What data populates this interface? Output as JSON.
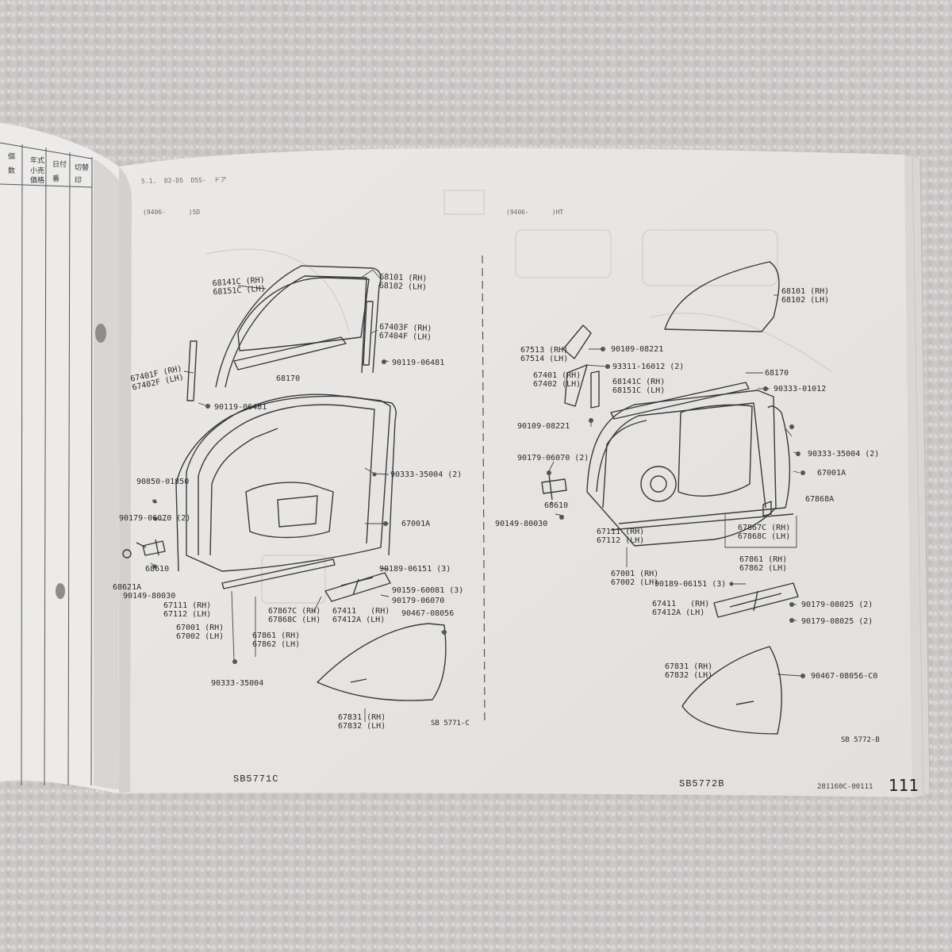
{
  "photo": {
    "subject": "open parts catalogue book on towel",
    "colors": {
      "towel": "#cfcccc",
      "paper": "#e9e7e5",
      "ink": "#2a2a2a"
    }
  },
  "header": {
    "left_running": "5.1.  D2-D5  D5S-  ドア",
    "left_range": "(9406-      )5D",
    "right_range": "(9406-      )HT",
    "page_number": "111",
    "page_code": "281160C-00111",
    "left_sheet": "SB5771C",
    "right_sheet": "SB5772B"
  },
  "left_labels": {
    "l68141C": "68141C (RH)\n68151C (LH)",
    "l68101": "68101 (RH)\n68102 (LH)",
    "l67403F": "67403F (RH)\n67404F (LH)",
    "l90119a": "90119-06481",
    "l68170": "68170",
    "l67401F": "67401F (RH)\n67402F (LH)",
    "l90119b": "90119-06481",
    "l90333a": "90333-35004 (2)",
    "l90850": "90850-01850",
    "l90179a": "90179-06070 (2)",
    "l67001A": "67001A",
    "l68610": "68610",
    "l68621A": "68621A",
    "l90149": "90149-80030",
    "l67111": "67111 (RH)\n67112 (LH)",
    "l67001": "67001 (RH)\n67002 (LH)",
    "l67867C": "67867C (RH)\n67868C (LH)",
    "l67861": "67861 (RH)\n67862 (LH)",
    "l67411": "67411   (RH)\n67412A (LH)",
    "l90189": "90189-06151 (3)",
    "l90159": "90159-60081 (3)",
    "l90179b": "90179-06070",
    "l90467": "90467-08056",
    "l90333b": "90333-35004",
    "l67831": "67831 (RH)\n67832 (LH)",
    "ref": "SB 5771-C"
  },
  "right_labels": {
    "r68101": "68101 (RH)\n68102 (LH)",
    "r67513": "67513 (RH)\n67514 (LH)",
    "r90109a": "90109-08221",
    "r93311": "93311-16012 (2)",
    "r67401": "67401 (RH)\n67402 (LH)",
    "r68170": "68170",
    "r68141C": "68141C (RH)\n68151C (LH)",
    "r90333a": "90333-01012",
    "r90109b": "90109-08221",
    "r90179a": "90179-06070 (2)",
    "r90333b": "90333-35004 (2)",
    "r67001A": "67001A",
    "r68610": "68610",
    "r67868A": "67868A",
    "r90149": "90149-80030",
    "r67867C": "67867C (RH)\n67868C (LH)",
    "r67111": "67111 (RH)\n67112 (LH)",
    "r67861": "67861 (RH)\n67862 (LH)",
    "r67001": "67001 (RH)\n67002 (LH)",
    "r90189": "90189-06151 (3)",
    "r67411": "67411   (RH)\n67412A (LH)",
    "r90179b": "90179-08025 (2)",
    "r90179c": "90179-08025 (2)",
    "r67831": "67831 (RH)\n67832 (LH)",
    "r90467": "90467-08056-C0",
    "ref": "SB 5772-B"
  }
}
